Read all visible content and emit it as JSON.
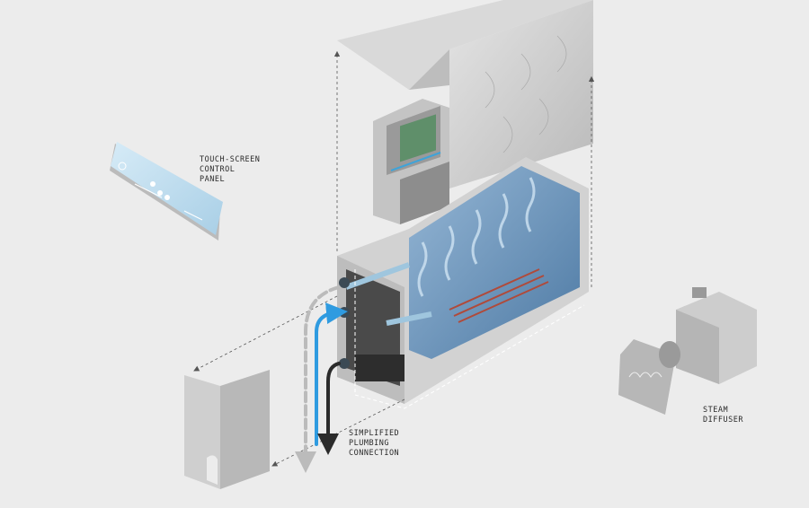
{
  "labels": {
    "control_panel": [
      "TOUCH-SCREEN",
      "CONTROL",
      "PANEL"
    ],
    "plumbing": [
      "SIMPLIFIED",
      "PLUMBING",
      "CONNECTION"
    ],
    "diffuser": [
      "STEAM",
      "DIFFUSER"
    ]
  },
  "colors": {
    "background": "#ececec",
    "steel": "#c9c9c9",
    "water": "#4f86b8",
    "supply_arrow": "#2f9be0",
    "drain_arrow": "#2b2b2b",
    "heater": "#b04a3a"
  }
}
